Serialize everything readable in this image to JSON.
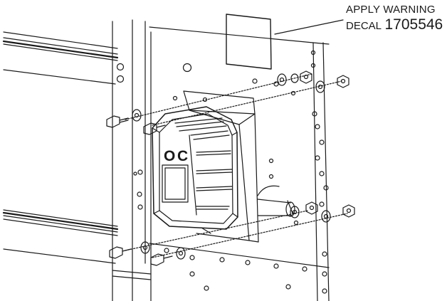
{
  "callout": {
    "line1": "APPLY WARNING",
    "line2_prefix": "DECAL",
    "part_number": "1705546"
  },
  "box_label": "O C",
  "box_label_chars": [
    "O",
    "C"
  ],
  "colors": {
    "line": "#1a1a1a",
    "background": "#ffffff"
  }
}
